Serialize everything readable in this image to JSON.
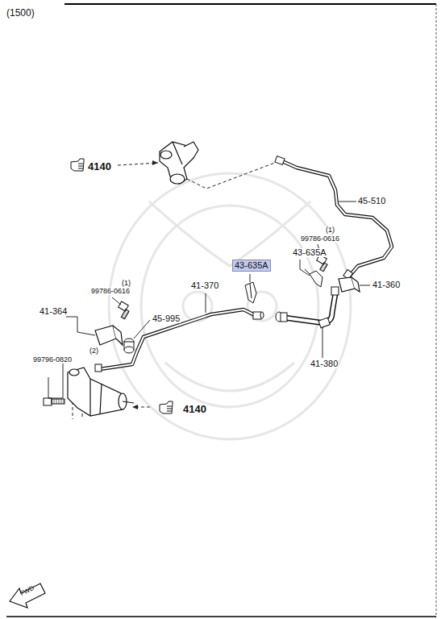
{
  "diagram": {
    "labels": [
      "(1500)",
      "4140",
      "45-510",
      "(1)",
      "99786-0616",
      "43-635A",
      "41-360",
      "43-635A",
      "41-370",
      "(1)",
      "99786-0616",
      "41-364",
      "45-995",
      "(2)",
      "99796-0820",
      "41-380",
      "4140",
      "FWD"
    ]
  }
}
